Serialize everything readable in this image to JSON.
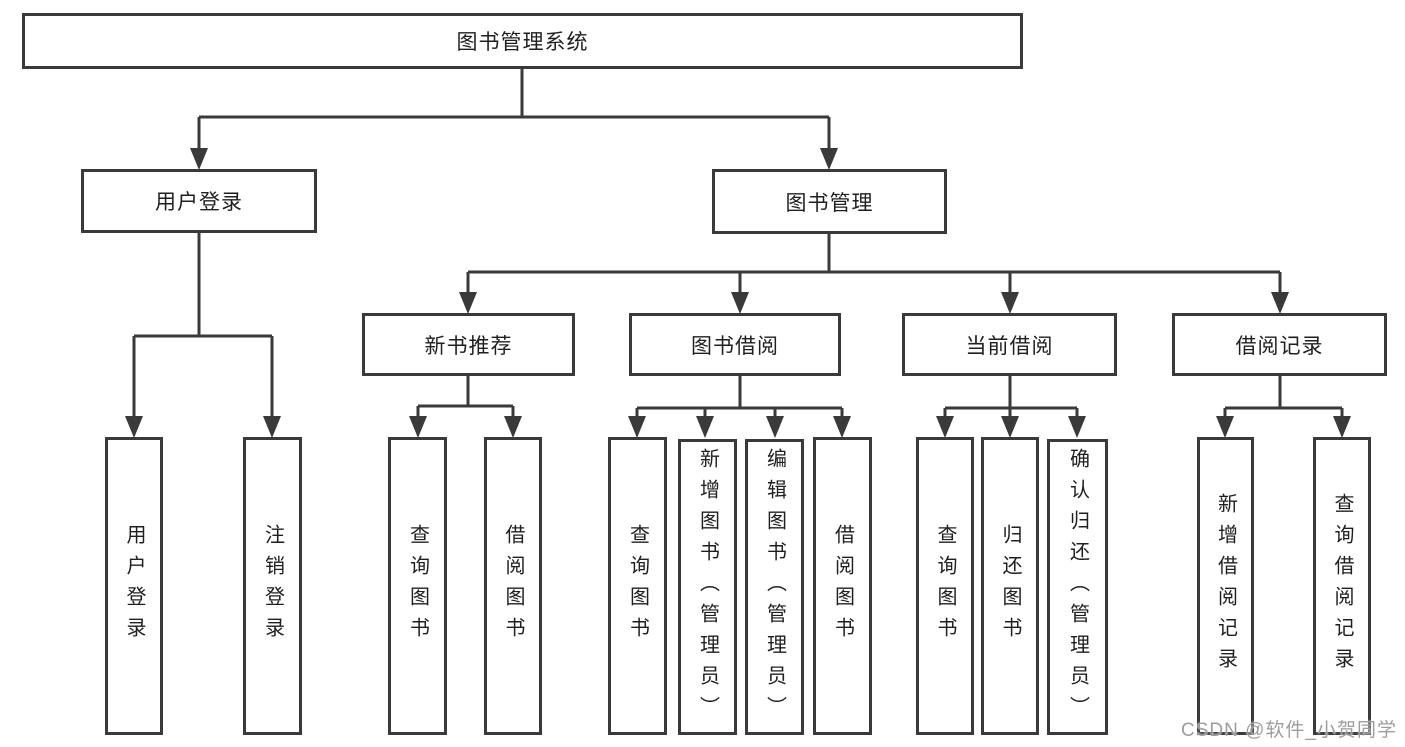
{
  "tree": {
    "root": {
      "label": "图书管理系统",
      "children": [
        {
          "label": "用户登录",
          "children": [
            {
              "label": "用户登录"
            },
            {
              "label": "注销登录"
            }
          ]
        },
        {
          "label": "图书管理",
          "children": [
            {
              "label": "新书推荐",
              "children": [
                {
                  "label": "查询图书"
                },
                {
                  "label": "借阅图书"
                }
              ]
            },
            {
              "label": "图书借阅",
              "children": [
                {
                  "label": "查询图书"
                },
                {
                  "label": "新增图书（管理员）"
                },
                {
                  "label": "编辑图书（管理员）"
                },
                {
                  "label": "借阅图书"
                }
              ]
            },
            {
              "label": "当前借阅",
              "children": [
                {
                  "label": "查询图书"
                },
                {
                  "label": "归还图书"
                },
                {
                  "label": "确认归还（管理员）"
                }
              ]
            },
            {
              "label": "借阅记录",
              "children": [
                {
                  "label": "新增借阅记录"
                },
                {
                  "label": "查询借阅记录"
                }
              ]
            }
          ]
        }
      ]
    }
  },
  "watermark": {
    "text": "CSDN @软件_小贺同学"
  },
  "colors": {
    "line": "#3a3a3a",
    "box_border": "#3a3a3a",
    "box_fill": "#ffffff",
    "text": "#1f1f1f",
    "background": "#ffffff",
    "watermark": "#9d9d9d"
  }
}
